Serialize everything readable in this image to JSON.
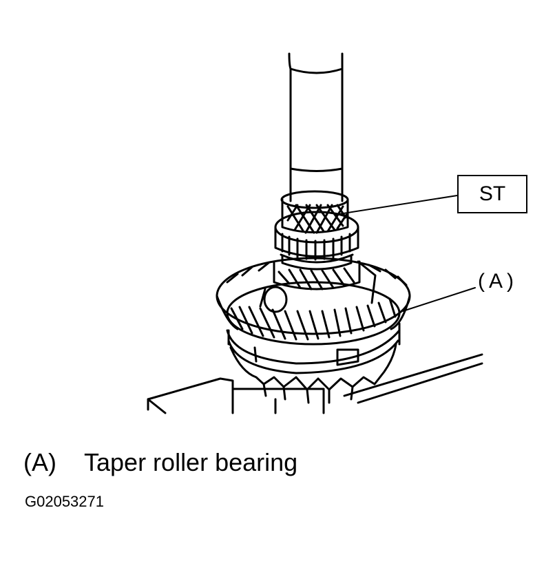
{
  "callouts": {
    "st": "ST",
    "a": "(A)"
  },
  "legend": {
    "key": "(A)",
    "text": "Taper roller bearing"
  },
  "figure_id": "G02053271"
}
